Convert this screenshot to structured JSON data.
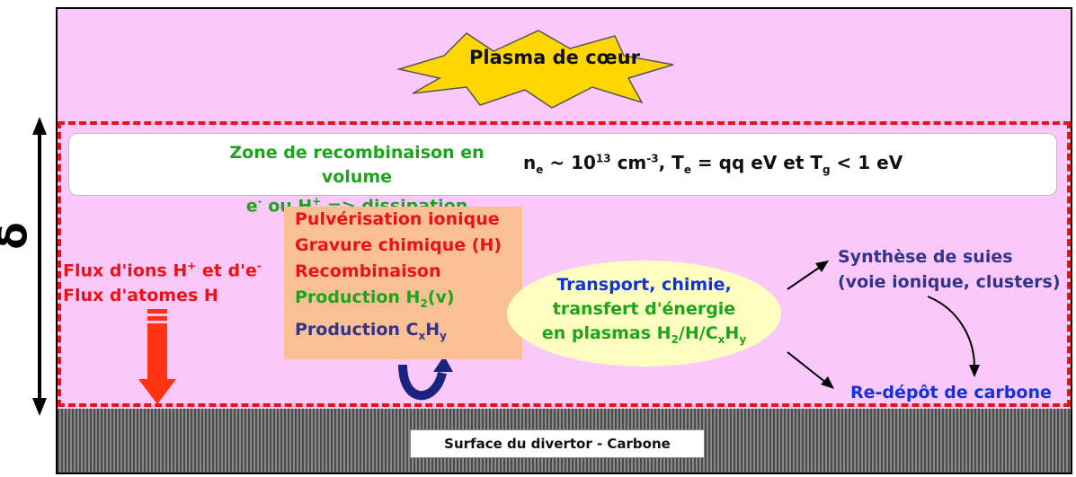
{
  "delta_symbol": "δ",
  "core": {
    "label": "Plasma de cœur"
  },
  "recombination": {
    "line1": "Zone de recombinaison en volume",
    "line2_e": "e",
    "line2_e_sup": "-",
    "line2_ou": " ou H",
    "line2_h_sup": "+",
    "line2_rest": " => dissipation énergie",
    "params": {
      "n": "n",
      "n_sub": "e",
      "approx": " ~ 10",
      "exp1": "13",
      "cm": " cm",
      "exp2": "-3",
      "comma": ", T",
      "t_sub": "e",
      "eq": " = qq eV et T",
      "tg_sub": "g",
      "tail": " < 1 eV"
    }
  },
  "flux": {
    "line1_a": "Flux d'ions H",
    "line1_sup1": "+",
    "line1_b": " et d'e",
    "line1_sup2": "-",
    "line2": "Flux d'atomes H"
  },
  "processes": {
    "pulverisation": "Pulvérisation ionique",
    "gravure": "Gravure chimique (H)",
    "recombinaison": "Recombinaison",
    "production_h2_a": "Production H",
    "production_h2_sub": "2",
    "production_h2_b": "(v)",
    "production_cxhy_a": "Production C",
    "production_cxhy_sub1": "x",
    "production_cxhy_b": "H",
    "production_cxhy_sub2": "y"
  },
  "transport": {
    "line1": "Transport, chimie,",
    "line2": "transfert d'énergie",
    "line3_a": "en plasmas H",
    "line3_sub1": "2",
    "line3_b": "/H/C",
    "line3_sub2": "x",
    "line3_c": "H",
    "line3_sub3": "y"
  },
  "synthese": {
    "line1": "Synthèse de suies",
    "line2": "(voie ionique, clusters)"
  },
  "redepot": "Re-dépôt de carbone",
  "surface": "Surface du divertor - Carbone",
  "colors": {
    "background": "#fbc8fb",
    "zone_border": "#ee1111",
    "star_fill": "#ffd700",
    "arrow_red": "#ff3311",
    "arrow_navy": "#1a237e"
  }
}
